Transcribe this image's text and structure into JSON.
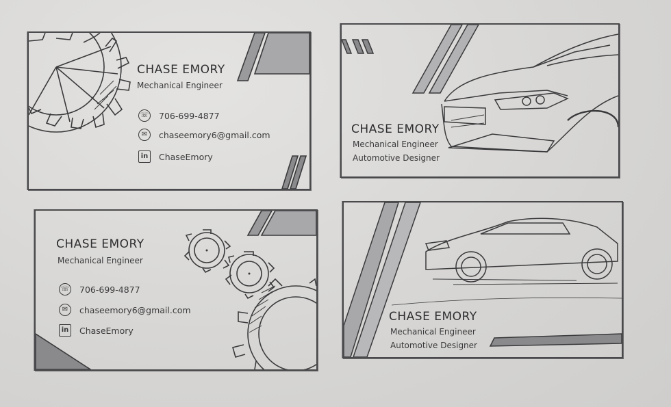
{
  "cards": [
    {
      "name": "CHASE EMORY",
      "title": "Mechanical Engineer",
      "phone": "706-699-4877",
      "email": "chaseemory6@gmail.com",
      "linkedin": "ChaseEmory"
    },
    {
      "name": "CHASE EMORY",
      "title": "Mechanical Engineer",
      "title2": "Automotive Designer"
    },
    {
      "name": "CHASE EMORY",
      "title": "Mechanical Engineer",
      "phone": "706-699-4877",
      "email": "chaseemory6@gmail.com",
      "linkedin": "ChaseEmory"
    },
    {
      "name": "CHASE EMORY",
      "title": "Mechanical Engineer",
      "title2": "Automotive Designer"
    }
  ],
  "icons": {
    "phone": "phone-icon",
    "email": "envelope-icon",
    "linkedin": "linkedin-icon"
  },
  "colors": {
    "paper": "#d9d8d6",
    "pencil": "#3a3a3c"
  }
}
